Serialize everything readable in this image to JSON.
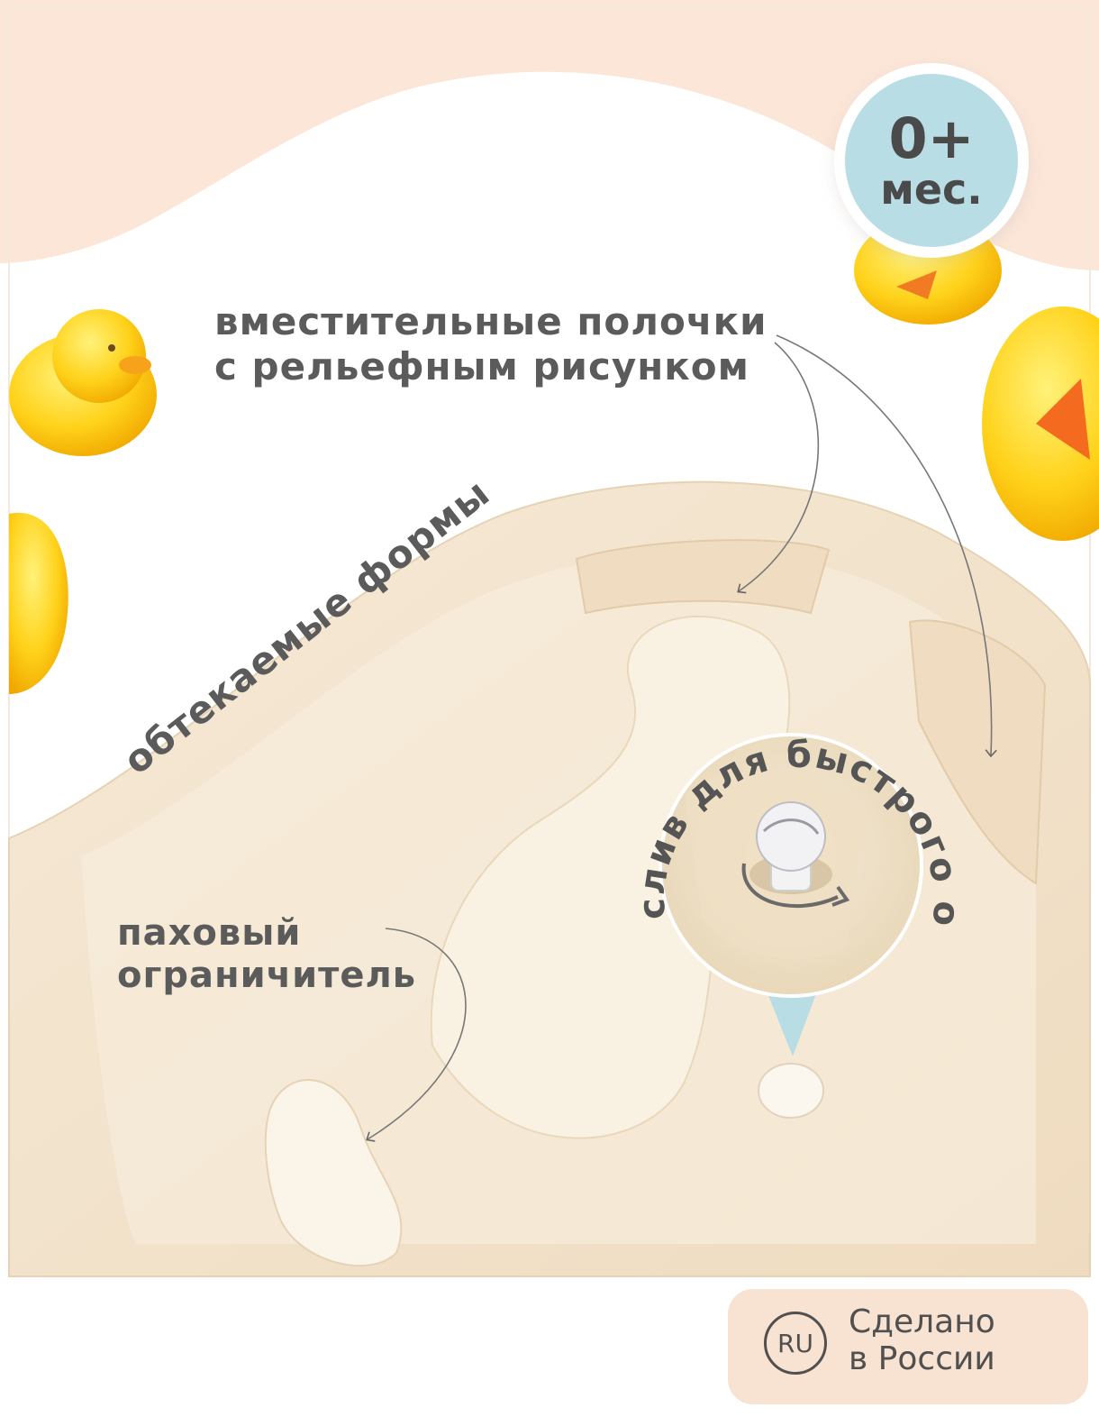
{
  "badge": {
    "age": "0+",
    "unit": "мес."
  },
  "features": {
    "shelves": [
      "вместительные полочки",
      "с рельефным рисунком"
    ],
    "shapes": "обтекаемые формы",
    "drain": "слив для быстрого осушения",
    "crotch": [
      "паховый",
      "ограничитель"
    ]
  },
  "origin": {
    "code": "RU",
    "lines": [
      "Сделано",
      "в России"
    ]
  },
  "colors": {
    "peach_background": "#fbe6d8",
    "tub_beige": "#f3e4cc",
    "badge_blue": "#b9dde5",
    "footer_pill": "#f8e2d1",
    "text_gray": "#5b5b5b"
  }
}
